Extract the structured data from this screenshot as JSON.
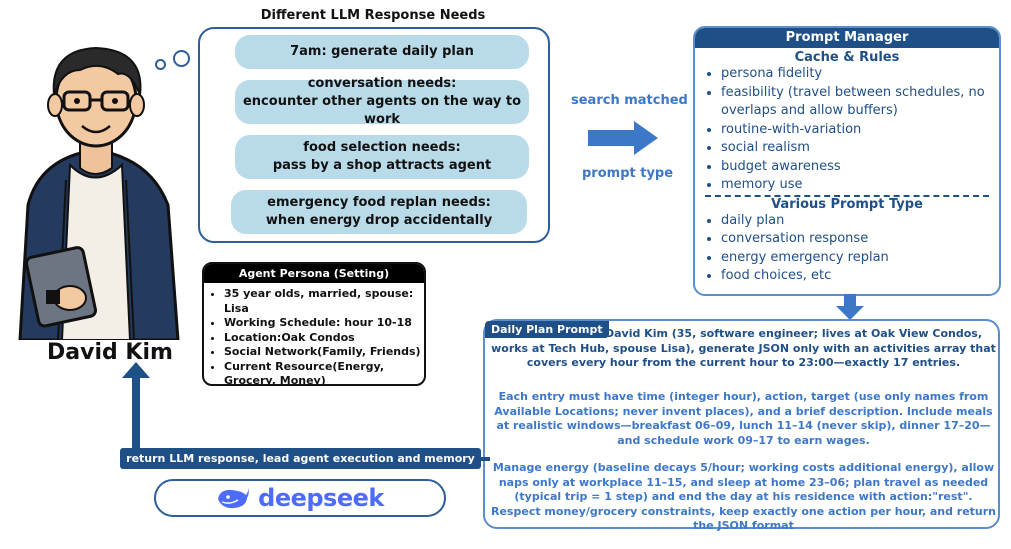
{
  "needs": {
    "title": "Different LLM Response Needs",
    "items": [
      {
        "line1": "7am: generate daily plan",
        "line2": ""
      },
      {
        "line1": "conversation needs:",
        "line2": "encounter other agents on the way to work"
      },
      {
        "line1": "food selection needs:",
        "line2": "pass by a shop attracts agent"
      },
      {
        "line1": "emergency food replan needs:",
        "line2": "when energy drop accidentally"
      }
    ]
  },
  "flow": {
    "search_label": "search matched",
    "prompt_type_label": "prompt type"
  },
  "persona": {
    "name": "David Kim",
    "title": "Agent Persona (Setting)",
    "items": [
      "35 year olds, married, spouse: Lisa",
      "Working Schedule: hour 10-18",
      "Location:Oak Condos",
      "Social Network(Family, Friends)",
      "Current Resource(Energy, Grocery, Money)"
    ]
  },
  "prompt_manager": {
    "title": "Prompt Manager",
    "rules_title": "Cache & Rules",
    "rules": [
      "persona fidelity",
      "feasibility (travel between schedules, no overlaps and allow buffers)",
      "routine-with-variation",
      "social realism",
      "budget awareness",
      "memory use"
    ],
    "types_title": "Various Prompt Type",
    "types": [
      "daily plan",
      "conversation response",
      "energy emergency replan",
      "food choices, etc"
    ]
  },
  "daily_plan": {
    "tag": "Daily Plan Prompt",
    "para1": "David Kim (35, software engineer; lives at Oak View Condos, works at Tech Hub, spouse Lisa), generate JSON only with an activities array that covers every hour from the current hour to 23:00—exactly 17 entries.",
    "para2": "Each entry must have time (integer hour), action, target (use only names from Available Locations; never invent places), and a brief description. Include meals at realistic windows—breakfast 06–09, lunch 11–14 (never skip), dinner 17–20—and schedule work 09–17 to earn wages.",
    "para3": "Manage energy (baseline decays 5/hour; working costs additional energy), allow naps only at workplace 11–15, and sleep at home 23–06; plan travel as needed (typical trip = 1 step) and end the day at his residence with action:\"rest\". Respect money/grocery constraints, keep exactly one action per hour, and return the JSON format"
  },
  "return_label": "return LLM response, lead agent execution and memory update",
  "llm": {
    "name": "deepseek",
    "icon": "whale-icon",
    "color": "#4d6bfe"
  },
  "colors": {
    "dark_blue": "#1f4f87",
    "pill": "#b9dbe9",
    "arrow": "#3d78c8"
  }
}
